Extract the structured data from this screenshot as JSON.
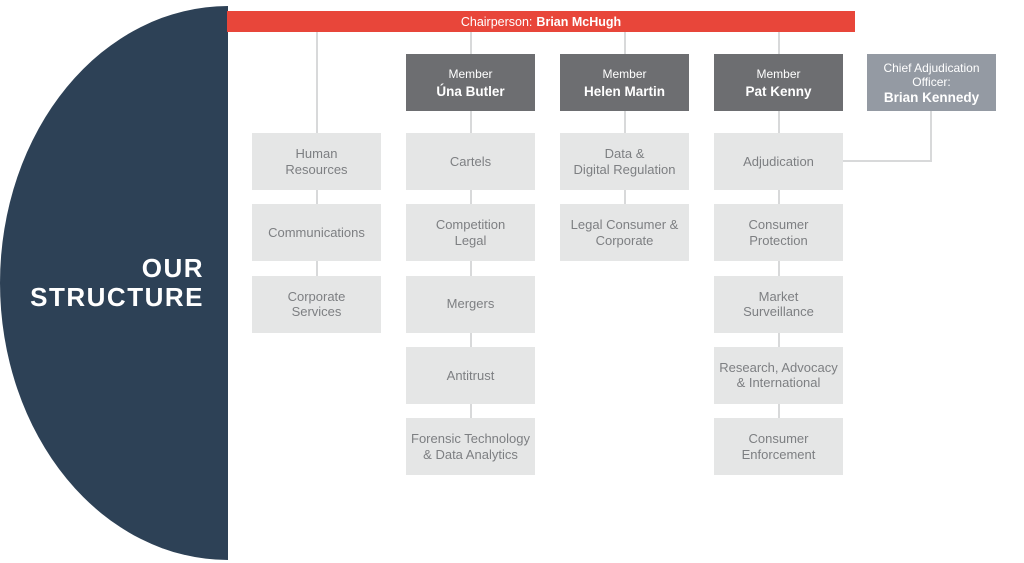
{
  "title": {
    "line1": "OUR",
    "line2": "STRUCTURE"
  },
  "chairperson": {
    "label": "Chairperson:",
    "name": "Brian McHugh"
  },
  "columns": [
    {
      "member": null,
      "items": [
        "Human\nResources",
        "Communications",
        "Corporate\nServices"
      ]
    },
    {
      "member": {
        "role": "Member",
        "name": "Úna Butler"
      },
      "items": [
        "Cartels",
        "Competition\nLegal",
        "Mergers",
        "Antitrust",
        "Forensic Technology\n& Data Analytics"
      ]
    },
    {
      "member": {
        "role": "Member",
        "name": "Helen Martin"
      },
      "items": [
        "Data &\nDigital Regulation",
        "Legal Consumer &\nCorporate"
      ]
    },
    {
      "member": {
        "role": "Member",
        "name": "Pat Kenny"
      },
      "items": [
        "Adjudication",
        "Consumer\nProtection",
        "Market\nSurveillance",
        "Research, Advocacy\n& International",
        "Consumer\nEnforcement"
      ]
    }
  ],
  "officer": {
    "role": "Chief Adjudication\nOfficer:",
    "name": "Brian Kennedy"
  },
  "colors": {
    "navy": "#2d4156",
    "red": "#e8463a",
    "member_gray": "#6d6e71",
    "officer_gray": "#949aa3",
    "division_bg": "#e5e6e6",
    "division_text": "#7d7f82",
    "connector": "#d8d9da"
  }
}
